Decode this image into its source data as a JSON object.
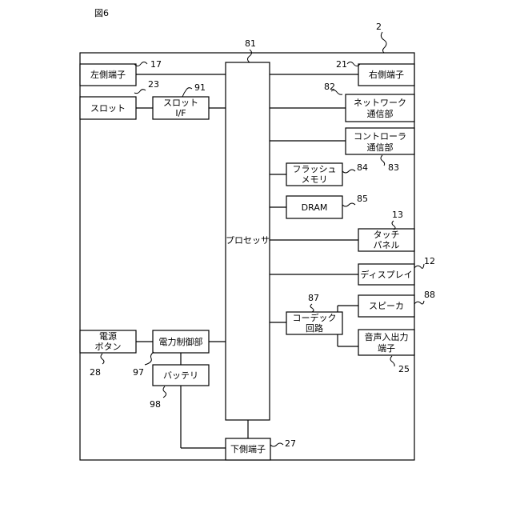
{
  "figure_label": "図6",
  "device_ref": "2",
  "processor": {
    "label": "プロセッサ",
    "ref": "81"
  },
  "left_terminal": {
    "label": "左側端子",
    "ref": "17"
  },
  "slot": {
    "label": "スロット",
    "ref": "23"
  },
  "slot_if": {
    "line1": "スロット",
    "line2": "I/F",
    "ref": "91"
  },
  "right_terminal": {
    "label": "右側端子",
    "ref": "21"
  },
  "network": {
    "line1": "ネットワーク",
    "line2": "通信部",
    "ref": "82"
  },
  "controller": {
    "line1": "コントローラ",
    "line2": "通信部",
    "ref": "83"
  },
  "flash": {
    "line1": "フラッシュ",
    "line2": "メモリ",
    "ref": "84"
  },
  "dram": {
    "label": "DRAM",
    "ref": "85"
  },
  "touch_panel": {
    "line1": "タッチ",
    "line2": "パネル",
    "ref": "13"
  },
  "display": {
    "label": "ディスプレイ",
    "ref": "12"
  },
  "codec": {
    "line1": "コーデック",
    "line2": "回路",
    "ref": "87"
  },
  "speaker": {
    "label": "スピーカ",
    "ref": "88"
  },
  "audio_io": {
    "line1": "音声入出力",
    "line2": "端子",
    "ref": "25"
  },
  "power_button": {
    "line1": "電源",
    "line2": "ボタン",
    "ref": "28"
  },
  "power_control": {
    "label": "電力制御部",
    "ref": "97"
  },
  "battery": {
    "label": "バッテリ",
    "ref": "98"
  },
  "bottom_terminal": {
    "label": "下側端子",
    "ref": "27"
  }
}
